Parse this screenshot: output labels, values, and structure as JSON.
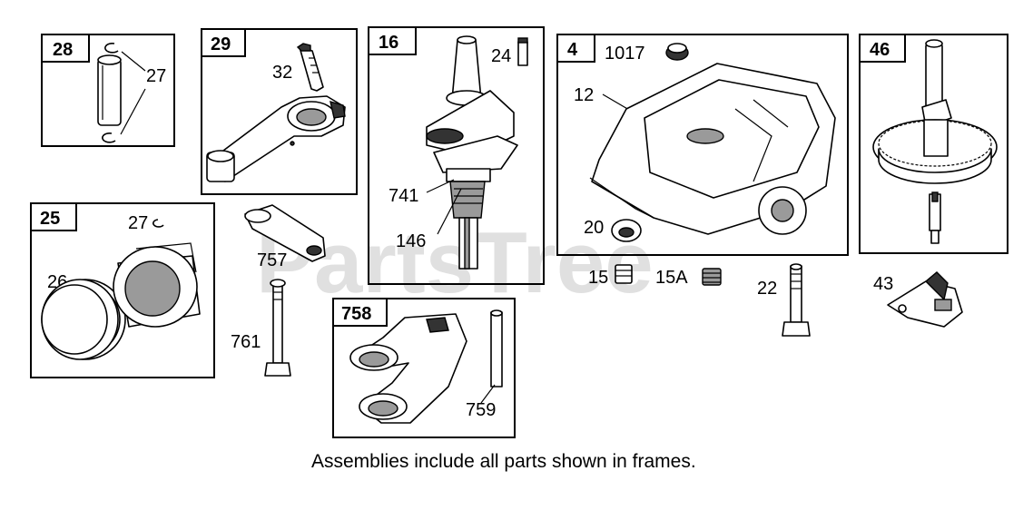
{
  "watermark": "PartsTree",
  "note": "Assemblies include all parts shown in frames.",
  "frames": {
    "f28": "28",
    "f29": "29",
    "f16": "16",
    "f4": "4",
    "f46": "46",
    "f25": "25",
    "f758": "758"
  },
  "callouts": {
    "c27a": "27",
    "c32": "32",
    "c24": "24",
    "c1017": "1017",
    "c12": "12",
    "c741": "741",
    "c146": "146",
    "c20": "20",
    "c27b": "27",
    "c26": "26",
    "c757": "757",
    "c761": "761",
    "c759": "759",
    "c15": "15",
    "c15a": "15A",
    "c22": "22",
    "c43": "43"
  }
}
